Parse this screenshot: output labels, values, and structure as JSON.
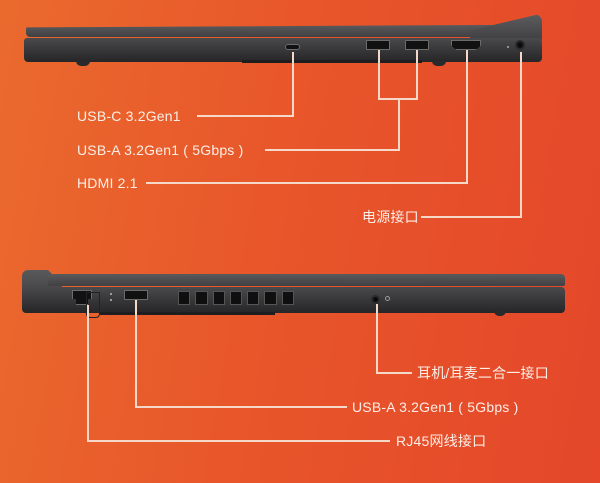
{
  "background": {
    "gradient_start": "#ea6a2e",
    "gradient_end": "#e4472a"
  },
  "top_view": {
    "description": "Laptop right side",
    "ports": [
      {
        "id": "usb-c",
        "label": "USB-C 3.2Gen1"
      },
      {
        "id": "usb-a-right",
        "label": "USB-A 3.2Gen1 ( 5Gbps )"
      },
      {
        "id": "hdmi",
        "label": "HDMI 2.1"
      },
      {
        "id": "power",
        "label": "电源接口"
      }
    ]
  },
  "bottom_view": {
    "description": "Laptop left side",
    "ports": [
      {
        "id": "audio",
        "label": "耳机/耳麦二合一接口"
      },
      {
        "id": "usb-a-left",
        "label": "USB-A 3.2Gen1 ( 5Gbps )"
      },
      {
        "id": "rj45",
        "label": "RJ45网线接口"
      }
    ]
  }
}
